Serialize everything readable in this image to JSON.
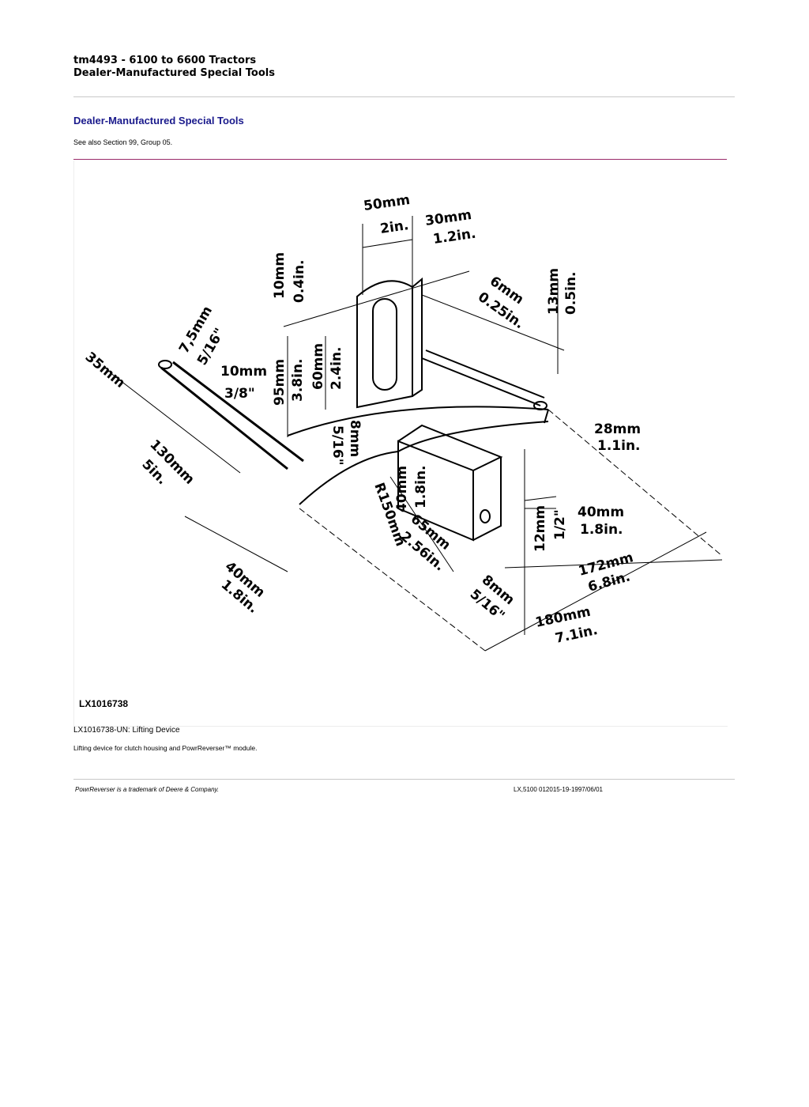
{
  "header": {
    "line1": "tm4493 - 6100 to 6600 Tractors",
    "line2": "Dealer-Manufactured Special Tools"
  },
  "section": {
    "title": "Dealer-Manufactured Special Tools",
    "see_also": "See also Section 99, Group 05."
  },
  "figure": {
    "code": "LX1016738",
    "dimensions": {
      "d50mm": "50mm",
      "d2in": "2in.",
      "d30mm": "30mm",
      "d1_2in": "1.2in.",
      "d6mm": "6mm",
      "d0_25in": "0.25in.",
      "d13mm": "13mm",
      "d0_5in": "0.5in.",
      "d10mm": "10mm",
      "d0_4in": "0.4in.",
      "d7_5mm": "7,5mm",
      "d5_16a": "5/16\"",
      "d35mm": "35mm",
      "d10mmb": "10mm",
      "d3_8": "3/8\"",
      "d95mm": "95mm",
      "d3_8in": "3.8in.",
      "d60mm": "60mm",
      "d2_4in": "2.4in.",
      "d8mm": "8mm",
      "d5_16b": "5/16\"",
      "d130mm": "130mm",
      "d5in": "5in.",
      "d28mm": "28mm",
      "d1_1in": "1.1in.",
      "d40mm_a": "40mm",
      "d1_8in_a": "1.8in.",
      "dR150": "R150mm",
      "d65mm": "65mm",
      "d2_56in": "2.56in.",
      "d12mm": "12mm",
      "d1_2": "1/2\"",
      "d40mm_b": "40mm",
      "d1_8in_b": "1.8in.",
      "d40mm_c": "40mm",
      "d1_8in_c": "1.8in.",
      "d172mm": "172mm",
      "d6_8in": "6.8in.",
      "d8mmb": "8mm",
      "d5_16c": "5/16\"",
      "d180mm": "180mm",
      "d7_1in": "7.1in."
    }
  },
  "caption": "LX1016738-UN: Lifting Device",
  "description": "Lifting device for clutch housing and PowrReverser™ module.",
  "footer": {
    "trademark": "PowrReverser is a trademark of Deere & Company.",
    "doc_id": "LX,5100 012015-19-1997/06/01"
  }
}
